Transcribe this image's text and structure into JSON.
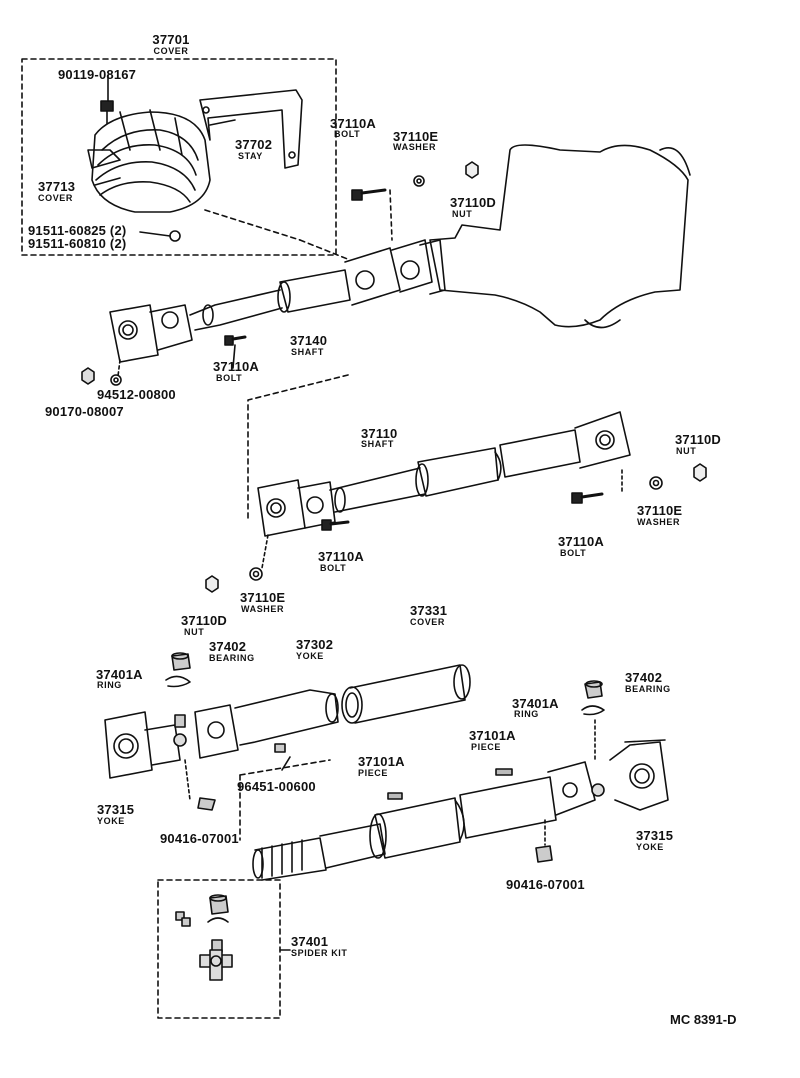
{
  "labels": {
    "cover_37701": {
      "num": "37701",
      "name": "COVER"
    },
    "bolt_90119": {
      "num": "90119-08167"
    },
    "stay_37702": {
      "num": "37702",
      "name": "STAY"
    },
    "cover_37713": {
      "num": "37713",
      "name": "COVER"
    },
    "clip_91511a": {
      "num": "91511-60825 (2)"
    },
    "clip_91511b": {
      "num": "91511-60810 (2)"
    },
    "bolt_37110a_top": {
      "num": "37110A",
      "name": "BOLT"
    },
    "washer_37110e_top": {
      "num": "37110E",
      "name": "WASHER"
    },
    "nut_37110d_top": {
      "num": "37110D",
      "name": "NUT"
    },
    "shaft_37140": {
      "num": "37140",
      "name": "SHAFT"
    },
    "bolt_37110a_mid": {
      "num": "37110A",
      "name": "BOLT"
    },
    "washer_94512": {
      "num": "94512-00800"
    },
    "nut_90170": {
      "num": "90170-08007"
    },
    "shaft_37110": {
      "num": "37110",
      "name": "SHAFT"
    },
    "nut_37110d_right": {
      "num": "37110D",
      "name": "NUT"
    },
    "washer_37110e_right": {
      "num": "37110E",
      "name": "WASHER"
    },
    "bolt_37110a_right": {
      "num": "37110A",
      "name": "BOLT"
    },
    "bolt_37110a_low": {
      "num": "37110A",
      "name": "BOLT"
    },
    "washer_37110e_low": {
      "num": "37110E",
      "name": "WASHER"
    },
    "nut_37110d_low": {
      "num": "37110D",
      "name": "NUT"
    },
    "bearing_37402_left": {
      "num": "37402",
      "name": "BEARING"
    },
    "ring_37401a_left": {
      "num": "37401A",
      "name": "RING"
    },
    "yoke_37302": {
      "num": "37302",
      "name": "YOKE"
    },
    "cover_37331": {
      "num": "37331",
      "name": "COVER"
    },
    "bearing_37402_right": {
      "num": "37402",
      "name": "BEARING"
    },
    "ring_37401a_right": {
      "num": "37401A",
      "name": "RING"
    },
    "piece_37101a_right": {
      "num": "37101A",
      "name": "PIECE"
    },
    "piece_37101a_left": {
      "num": "37101A",
      "name": "PIECE"
    },
    "grease_96451": {
      "num": "96451-00600"
    },
    "yoke_37315_left": {
      "num": "37315",
      "name": "YOKE"
    },
    "fitting_90416_left": {
      "num": "90416-07001"
    },
    "yoke_37315_right": {
      "num": "37315",
      "name": "YOKE"
    },
    "fitting_90416_right": {
      "num": "90416-07001"
    },
    "spider_37401": {
      "num": "37401",
      "name": "SPIDER KIT"
    }
  },
  "reference": "MC 8391-D"
}
